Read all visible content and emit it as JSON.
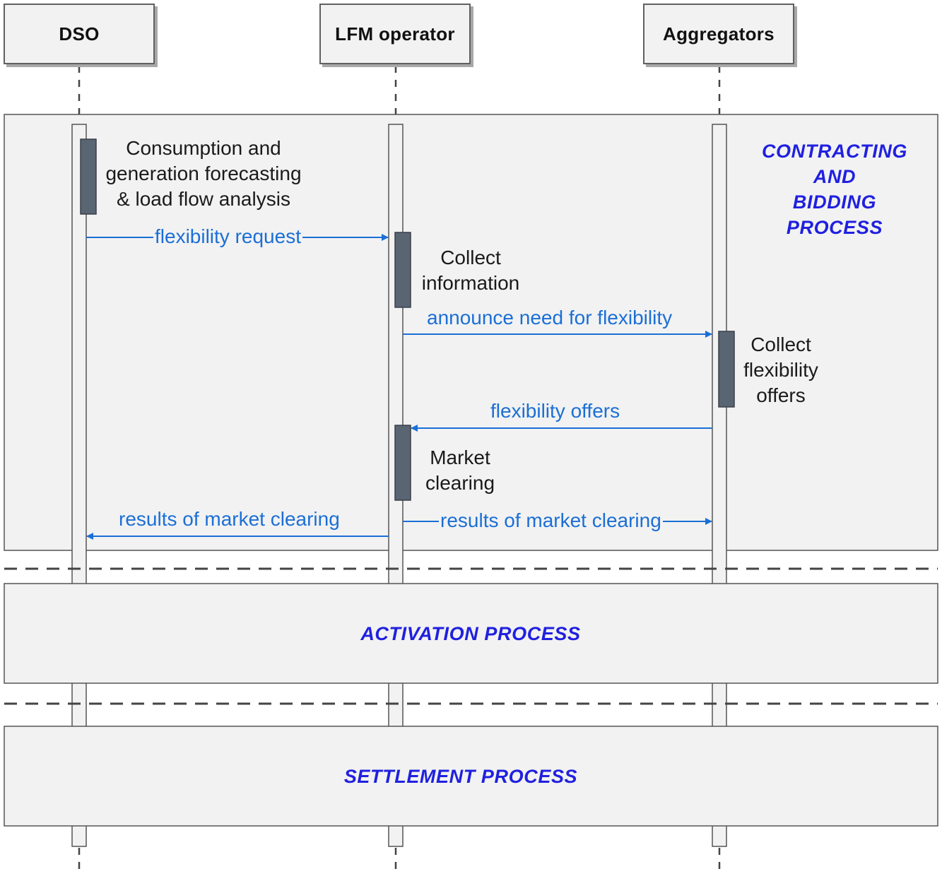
{
  "actors": {
    "dso": "DSO",
    "lfm": "LFM operator",
    "aggregators": "Aggregators"
  },
  "notes": {
    "dso_forecast": [
      "Consumption and",
      "generation forecasting",
      "& load flow analysis"
    ],
    "collect_information": [
      "Collect",
      "information"
    ],
    "collect_offers": [
      "Collect",
      "flexibility",
      "offers"
    ],
    "market_clearing": [
      "Market",
      "clearing"
    ]
  },
  "messages": {
    "flexibility_request": "flexibility request",
    "announce_need": "announce need for flexibility",
    "flexibility_offers": "flexibility offers",
    "results_to_dso": "results of market clearing",
    "results_to_aggregators": "results of market clearing"
  },
  "processes": {
    "contracting": [
      "CONTRACTING",
      "AND",
      "BIDDING",
      "PROCESS"
    ],
    "activation": "ACTIVATION PROCESS",
    "settlement": "SETTLEMENT PROCESS"
  },
  "colors": {
    "arrow": "#1b6fd6",
    "process_label": "#2020e0",
    "activation_bar": "#5a6573",
    "frame_fill": "#f2f2f2",
    "frame_border": "#555555"
  }
}
